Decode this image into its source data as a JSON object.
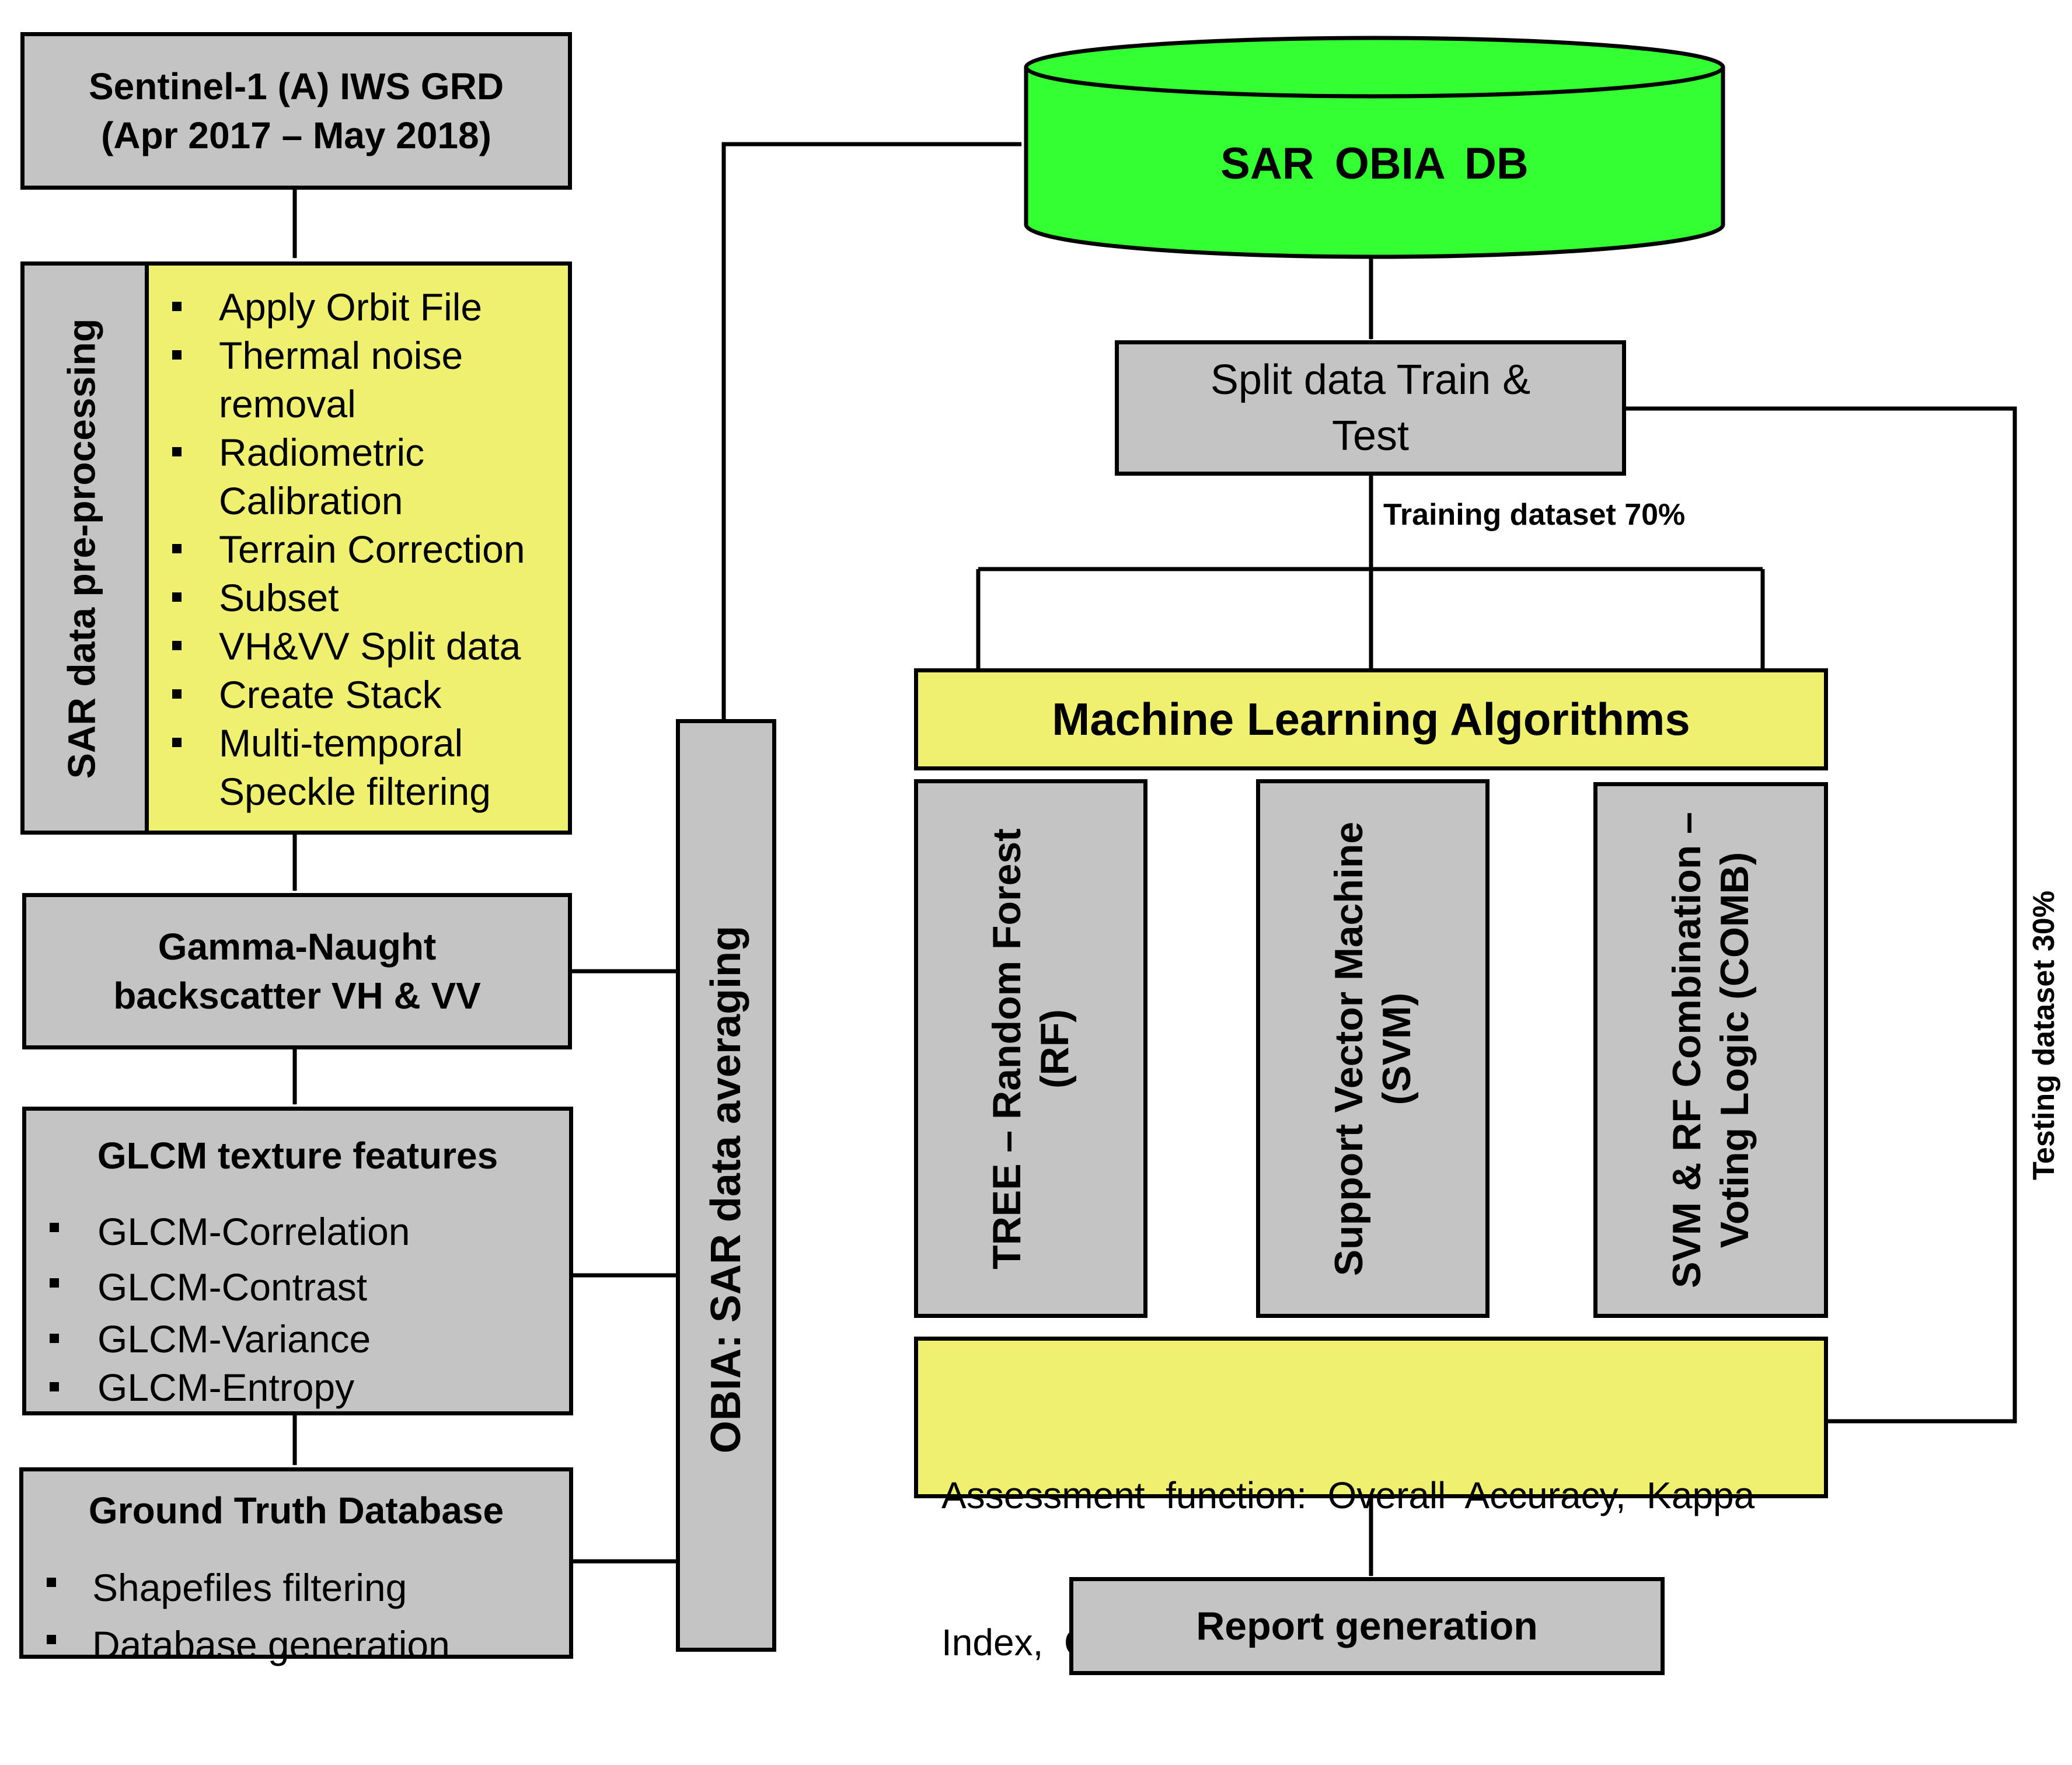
{
  "source": {
    "title": "Sentinel-1 (A) IWS GRD",
    "subtitle": "(Apr 2017 – May 2018)"
  },
  "preprocessing": {
    "title": "SAR data pre-processing",
    "steps": [
      [
        "Apply Orbit File"
      ],
      [
        "Thermal noise",
        "removal"
      ],
      [
        "Radiometric",
        "Calibration"
      ],
      [
        "Terrain Correction"
      ],
      [
        "Subset"
      ],
      [
        "VH&VV Split data"
      ],
      [
        "Create Stack"
      ],
      [
        "Multi-temporal",
        "Speckle filtering"
      ]
    ]
  },
  "gamma": {
    "line1": "Gamma-Naught",
    "line2": "backscatter  VH & VV"
  },
  "glcm": {
    "title": "GLCM texture features",
    "items": [
      "GLCM-Correlation",
      "GLCM-Contrast",
      "GLCM-Variance",
      "GLCM-Entropy"
    ]
  },
  "ground_truth": {
    "title": "Ground  Truth Database",
    "items": [
      "Shapefiles filtering",
      "Database generation"
    ]
  },
  "obia": {
    "label": "OBIA:  SAR data averaging"
  },
  "database": {
    "label": "SAR  OBIA  DB"
  },
  "split": {
    "line1": "Split data Train &",
    "line2": "Test"
  },
  "training_label": "Training dataset 70%",
  "testing_label": "Testing dataset 30%",
  "ml": {
    "title": "Machine Learning Algorithms",
    "algorithms": [
      {
        "line1": "TREE – Random Forest",
        "line2": "(RF)"
      },
      {
        "line1": "Support  Vector Machine",
        "line2": "(SVM)"
      },
      {
        "line1": "SVM & RF Combination –",
        "line2": "Voting Logic (COMB)"
      }
    ]
  },
  "assessment": {
    "line1": "Assessment  function:  Overall  Accuracy,  Kappa",
    "line2": "Index,  Confusion Matrixes, Train & Test"
  },
  "report": {
    "label": "Report generation"
  },
  "colors": {
    "gray": "#c4c4c4",
    "yellow": "#f0f070",
    "database": "#33ff33",
    "line": "#000000"
  }
}
